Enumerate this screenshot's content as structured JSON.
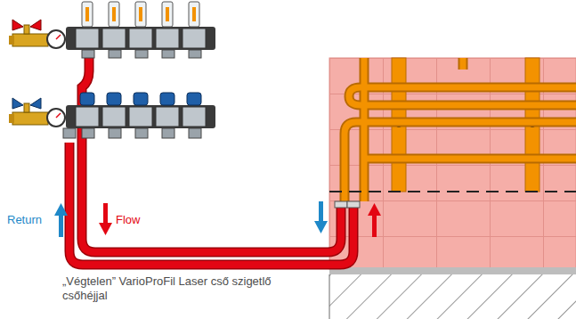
{
  "diagram": {
    "labels": [
      "Return",
      "Flow",
      "„Végtelen” VarioProFil Laser cső szigetlő csőhéjjal"
    ]
  }
}
